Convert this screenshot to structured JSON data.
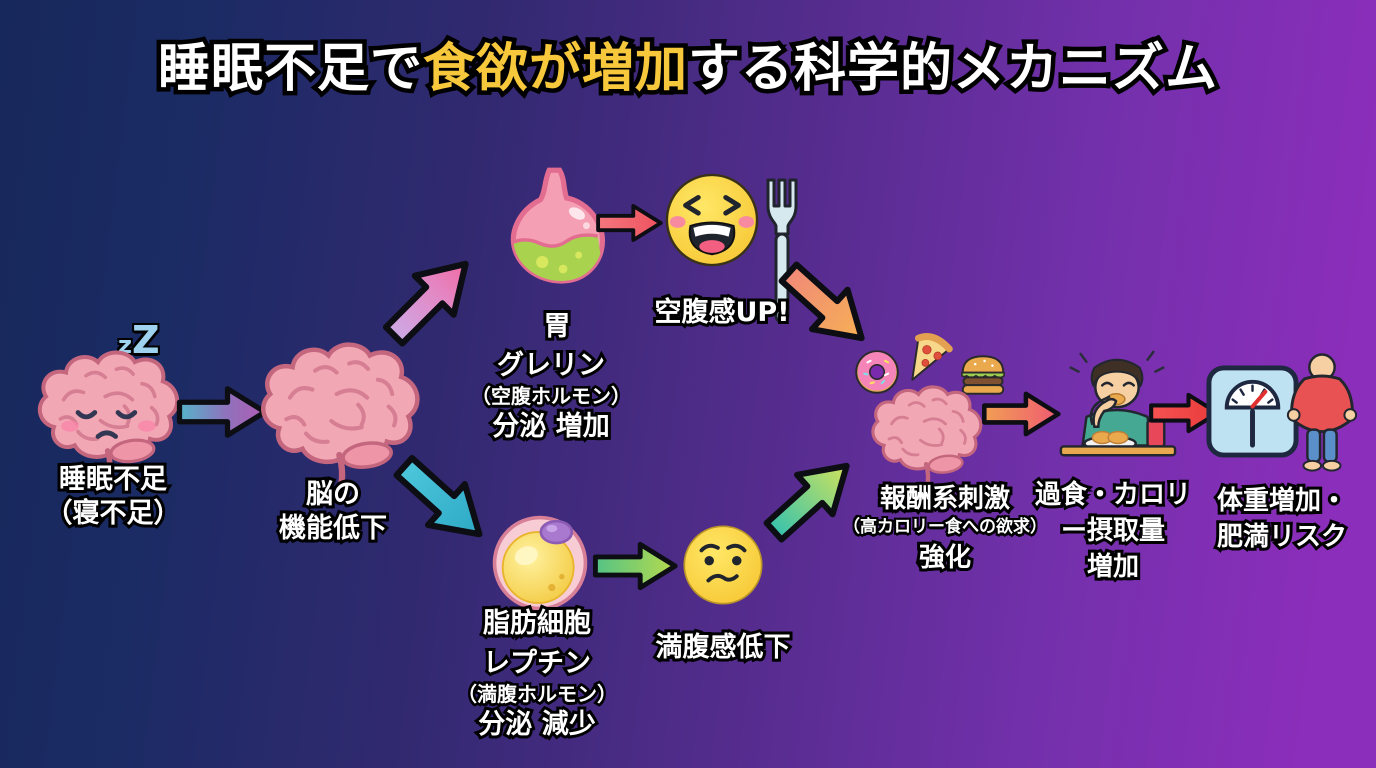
{
  "title": {
    "part1": "睡眠不足で",
    "highlight": "食欲が増加",
    "part2": "する科学的メカニズム"
  },
  "diagram": {
    "sleep_brain": {
      "zz_small": "z",
      "zz_big": "Z",
      "caption_line1": "睡眠不足",
      "caption_line2": "（寝不足）"
    },
    "brain_function": {
      "caption_line1": "脳の",
      "caption_line2": "機能低下"
    },
    "stomach": {
      "organ": "胃",
      "hormone": "グレリン",
      "hormone_type": "（空腹ホルモン）",
      "effect": "分泌 増加"
    },
    "hunger": {
      "caption": "空腹感UP!"
    },
    "fat_cell": {
      "organ": "脂肪細胞",
      "hormone": "レプチン",
      "hormone_type": "（満腹ホルモン）",
      "effect": "分泌 減少"
    },
    "satiety": {
      "caption": "満腹感低下"
    },
    "reward": {
      "caption_line1": "報酬系刺激",
      "caption_line2": "（高カロリー食への欲求）",
      "caption_line3": "強化"
    },
    "overeating": {
      "caption_line1": "過食・カロリ",
      "caption_line2": "ー摂取量",
      "caption_line3": "増加"
    },
    "weight_gain": {
      "caption_line1": "体重増加・",
      "caption_line2": "肥満リスク"
    }
  },
  "icons": [
    "sleeping-brain-icon",
    "brain-icon",
    "stomach-icon",
    "hungry-face-icon",
    "fork-icon",
    "fat-cell-icon",
    "worried-face-icon",
    "donut-icon",
    "pizza-icon",
    "burger-icon",
    "reward-brain-icon",
    "eating-person-icon",
    "scale-icon",
    "overweight-person-icon"
  ],
  "colors": {
    "background_left": "#17285c",
    "background_right": "#8c2ebc",
    "title_text": "#ffffff",
    "title_highlight": "#f7c83c",
    "arrow_sleep_to_brain": [
      "#55b4ca",
      "#b05cb4"
    ],
    "arrow_brain_to_stomach": [
      "#cda9e6",
      "#f06ba4"
    ],
    "arrow_brain_to_fatcell": [
      "#4cc6da",
      "#2ea9c6"
    ],
    "arrow_stomach_to_hunger": [
      "#f4777e",
      "#ee525f"
    ],
    "arrow_hunger_to_reward": [
      "#f18a78",
      "#f6b055"
    ],
    "arrow_fatcell_to_satiety": [
      "#54c386",
      "#b6da4c"
    ],
    "arrow_satiety_to_reward": [
      "#38c3ad",
      "#cfe25c"
    ],
    "arrow_reward_to_overeat": [
      "#f19f54",
      "#ef5a72"
    ],
    "arrow_overeat_to_weight": [
      "#f75252",
      "#e83b3b"
    ]
  }
}
